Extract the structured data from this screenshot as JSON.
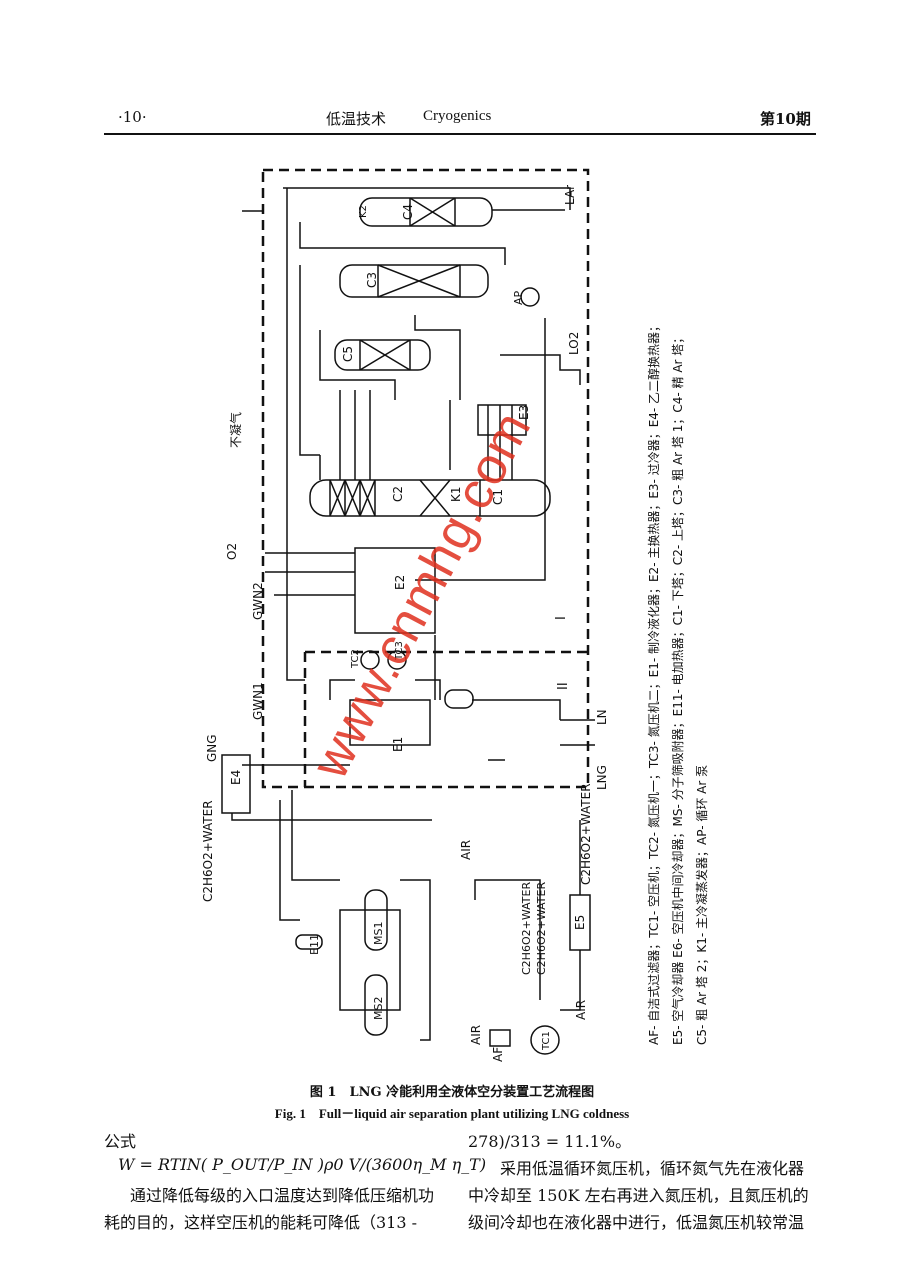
{
  "header": {
    "page_no": "·10·",
    "journal_cn": "低温技术",
    "journal_en": "Cryogenics",
    "issue": "第10期"
  },
  "figure": {
    "labels": {
      "lar": "LAr",
      "lo2": "LO2",
      "ln": "LN",
      "lng": "LNG",
      "gng": "GNG",
      "o2": "O2",
      "gwn2": "GWN2",
      "gwn1": "GWN1",
      "buning": "不凝气",
      "c2h6o2_left": "C2H6O2+WATER",
      "c2h6o2_right": "C2H6O2+WATER",
      "c2h6o2_mid1": "C2H6O2+WATER",
      "c2h6o2_mid2": "C2H6O2+WATER",
      "air1": "AIR",
      "air2": "AIR",
      "air3": "AIR",
      "af": "AF",
      "tc1": "TC1",
      "e1": "E1",
      "e2": "E2",
      "e3": "E3",
      "e4": "E4",
      "e5": "E5",
      "e11": "E11",
      "c1": "C1",
      "c2": "C2",
      "c3": "C3",
      "c4": "C4",
      "c5": "C5",
      "k1": "K1",
      "k2": "K2",
      "tc2": "TC2",
      "tc3": "TC3",
      "ap": "AP",
      "ms1": "MS1",
      "ms2": "MS2",
      "zone1": "I",
      "zone2": "II"
    },
    "legend": [
      "AF- 自洁式过滤器；TC1- 空压机；TC2- 氮压机一；TC3- 氮压机二；E1- 制冷液化器；E2- 主换热器；E3- 过冷器；E4- 乙二醇换热器；",
      "E5- 空气冷却器 E6- 空压机中间冷却器；MS- 分子筛吸附器；E11- 电加热器；C1- 下塔；C2- 上塔；C3- 粗 Ar 塔 1；C4- 精 Ar 塔；",
      "C5- 粗 Ar 塔 2；K1- 主冷凝蒸发器；AP- 循环 Ar 泵"
    ],
    "caption_cn": "图 1　LNG 冷能利用全液体空分装置工艺流程图",
    "caption_en": "Fig. 1　Full－liquid air separation plant utilizing LNG coldness"
  },
  "watermark": "www.cnmhg.com",
  "body": {
    "col_left": [
      "公式",
      "W = RTIN( P_OUT/P_IN )ρ0 V/(3600η_M η_T)",
      "通过降低每级的入口温度达到降低压缩机功",
      "耗的目的，这样空压机的能耗可降低（313 -"
    ],
    "col_right": [
      "278)/313 = 11.1%。",
      "采用低温循环氮压机，循环氮气先在液化器",
      "中冷却至 150K 左右再进入氮压机，且氮压机的",
      "级间冷却也在液化器中进行，低温氮压机较常温"
    ]
  }
}
